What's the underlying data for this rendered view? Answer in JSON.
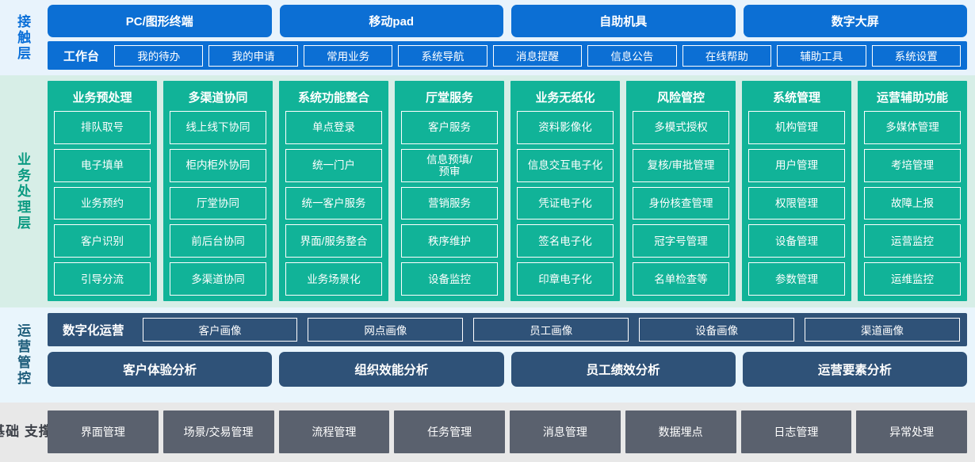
{
  "layers": {
    "contact": {
      "label": "接触层",
      "terminals": [
        {
          "label": "PC/图形终端"
        },
        {
          "label": "移动pad"
        },
        {
          "label": "自助机具"
        },
        {
          "label": "数字大屏"
        }
      ],
      "workbench": {
        "title": "工作台",
        "items": [
          {
            "label": "我的待办"
          },
          {
            "label": "我的申请"
          },
          {
            "label": "常用业务"
          },
          {
            "label": "系统导航"
          },
          {
            "label": "消息提醒"
          },
          {
            "label": "信息公告"
          },
          {
            "label": "在线帮助"
          },
          {
            "label": "辅助工具"
          },
          {
            "label": "系统设置"
          }
        ]
      }
    },
    "business": {
      "label": "业务处理层",
      "columns": [
        {
          "header": "业务预处理",
          "items": [
            {
              "label": "排队取号"
            },
            {
              "label": "电子填单"
            },
            {
              "label": "业务预约"
            },
            {
              "label": "客户识别"
            },
            {
              "label": "引导分流"
            }
          ]
        },
        {
          "header": "多渠道协同",
          "items": [
            {
              "label": "线上线下协同"
            },
            {
              "label": "柜内柜外协同"
            },
            {
              "label": "厅堂协同"
            },
            {
              "label": "前后台协同"
            },
            {
              "label": "多渠道协同"
            }
          ]
        },
        {
          "header": "系统功能整合",
          "items": [
            {
              "label": "单点登录"
            },
            {
              "label": "统一门户"
            },
            {
              "label": "统一客户服务"
            },
            {
              "label": "界面/服务整合"
            },
            {
              "label": "业务场景化"
            }
          ]
        },
        {
          "header": "厅堂服务",
          "items": [
            {
              "label": "客户服务"
            },
            {
              "label": "信息预填/\n预审"
            },
            {
              "label": "营销服务"
            },
            {
              "label": "秩序维护"
            },
            {
              "label": "设备监控"
            }
          ]
        },
        {
          "header": "业务无纸化",
          "items": [
            {
              "label": "资料影像化"
            },
            {
              "label": "信息交互电子化"
            },
            {
              "label": "凭证电子化"
            },
            {
              "label": "签名电子化"
            },
            {
              "label": "印章电子化"
            }
          ]
        },
        {
          "header": "风险管控",
          "items": [
            {
              "label": "多模式授权"
            },
            {
              "label": "复核/审批管理"
            },
            {
              "label": "身份核查管理"
            },
            {
              "label": "冠字号管理"
            },
            {
              "label": "名单检查等"
            }
          ]
        },
        {
          "header": "系统管理",
          "items": [
            {
              "label": "机构管理"
            },
            {
              "label": "用户管理"
            },
            {
              "label": "权限管理"
            },
            {
              "label": "设备管理"
            },
            {
              "label": "参数管理"
            }
          ]
        },
        {
          "header": "运营辅助功能",
          "items": [
            {
              "label": "多媒体管理"
            },
            {
              "label": "考培管理"
            },
            {
              "label": "故障上报"
            },
            {
              "label": "运营监控"
            },
            {
              "label": "运维监控"
            }
          ]
        }
      ]
    },
    "operations": {
      "label": "运营管控",
      "portrait": {
        "title": "数字化运营",
        "items": [
          {
            "label": "客户画像"
          },
          {
            "label": "网点画像"
          },
          {
            "label": "员工画像"
          },
          {
            "label": "设备画像"
          },
          {
            "label": "渠道画像"
          }
        ]
      },
      "analysis": [
        {
          "label": "客户体验分析"
        },
        {
          "label": "组织效能分析"
        },
        {
          "label": "员工绩效分析"
        },
        {
          "label": "运营要素分析"
        }
      ]
    },
    "base": {
      "label": "基础\n支撑",
      "items": [
        {
          "label": "界面管理"
        },
        {
          "label": "场景/交易管理"
        },
        {
          "label": "流程管理"
        },
        {
          "label": "任务管理"
        },
        {
          "label": "消息管理"
        },
        {
          "label": "数据埋点"
        },
        {
          "label": "日志管理"
        },
        {
          "label": "异常处理"
        }
      ]
    }
  },
  "colors": {
    "contact_band_bg": "#e8f3fc",
    "contact_blue": "#0c6fd4",
    "business_band_bg": "#d7eee7",
    "business_teal": "#11b398",
    "ops_band_bg": "#e9f5fc",
    "ops_slate": "#2f5278",
    "base_band_bg": "#e8e8e8",
    "base_gray": "#5a616e"
  }
}
